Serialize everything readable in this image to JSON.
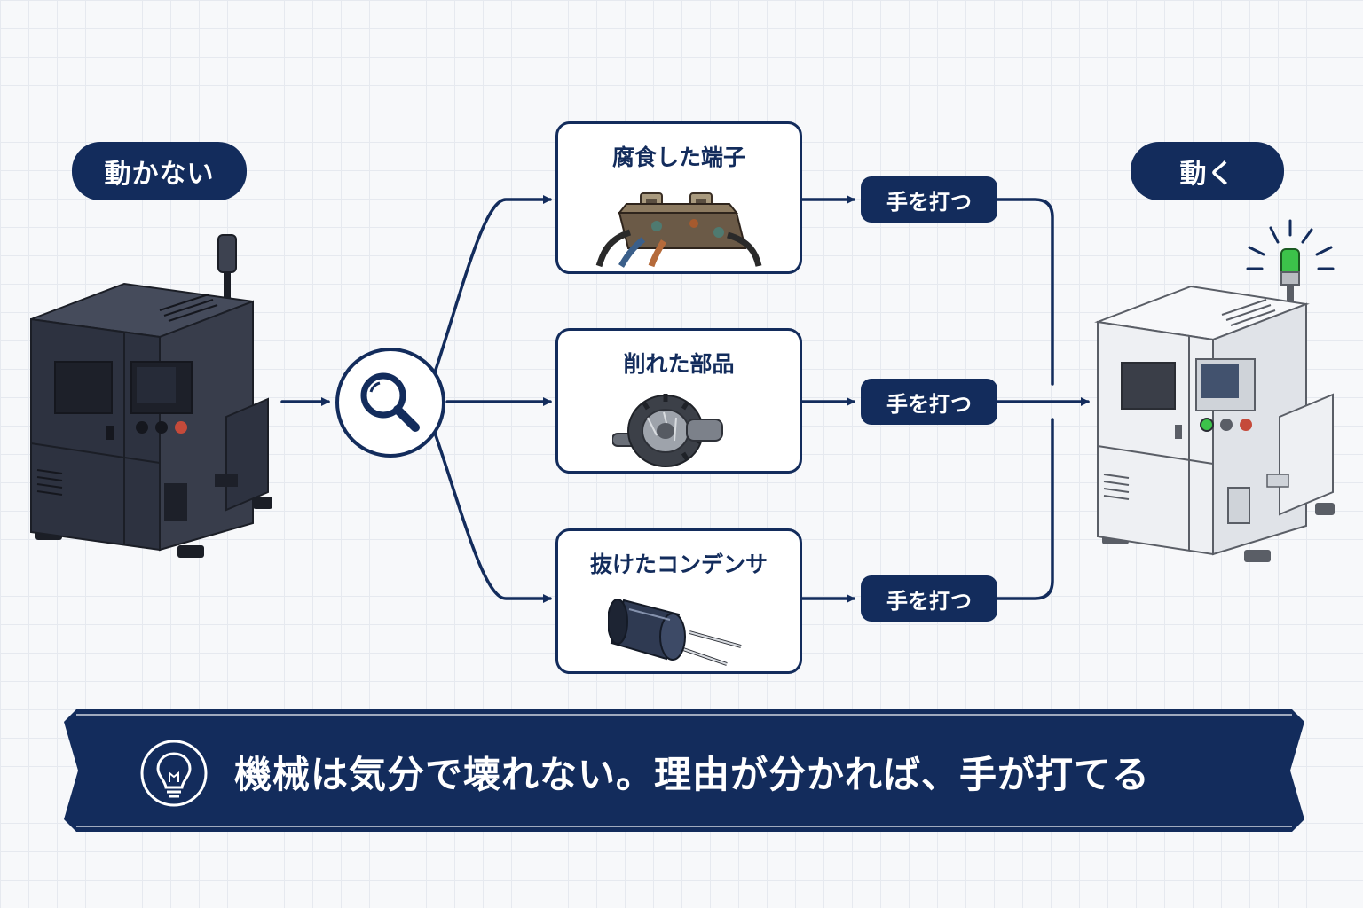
{
  "start_label": "動かない",
  "end_label": "動く",
  "search_icon": "magnifier-icon",
  "causes": [
    {
      "title": "腐食した端子",
      "icon": "corroded-terminal-icon",
      "action": "手を打つ"
    },
    {
      "title": "削れた部品",
      "icon": "worn-gear-icon",
      "action": "手を打つ"
    },
    {
      "title": "抜けたコンデンサ",
      "icon": "capacitor-icon",
      "action": "手を打つ"
    }
  ],
  "banner": {
    "icon": "lightbulb-icon",
    "text": "機械は気分で壊れない。理由が分かれば、手が打てる"
  },
  "colors": {
    "navy": "#132c5c",
    "machine_dark": "#2d3240",
    "machine_light": "#eef0f3",
    "status_green": "#3cc24a"
  }
}
